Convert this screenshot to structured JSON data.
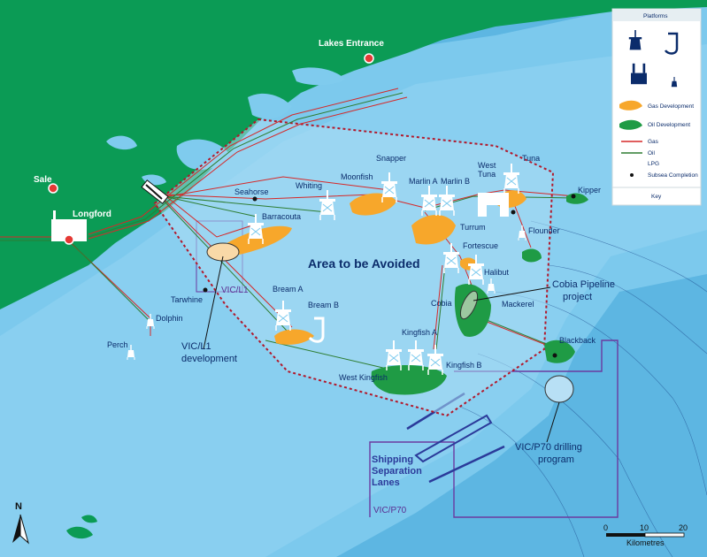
{
  "cities": {
    "lakes_entrance": "Lakes Entrance",
    "sale": "Sale",
    "longford": "Longford"
  },
  "fields": {
    "seahorse": "Seahorse",
    "barracouta": "Barracouta",
    "whiting": "Whiting",
    "moonfish": "Moonfish",
    "snapper": "Snapper",
    "marlin_a": "Marlin A",
    "marlin_b": "Marlin B",
    "west_tuna": "West\nTuna",
    "tuna": "Tuna",
    "kipper": "Kipper",
    "turrum": "Turrum",
    "fortescue": "Fortescue",
    "flounder": "Flounder",
    "halibut": "Halibut",
    "cobia": "Cobia",
    "mackerel": "Mackerel",
    "blackback": "Blackback",
    "tarwhine": "Tarwhine",
    "dolphin": "Dolphin",
    "perch": "Perch",
    "bream_a": "Bream A",
    "bream_b": "Bream B",
    "kingfish_a": "Kingfish A",
    "kingfish_b": "Kingfish B",
    "west_kingfish": "West Kingfish"
  },
  "areas": {
    "avoided": "Area to be Avoided",
    "vic_l1": "VIC/L1",
    "vic_p70": "VIC/P70"
  },
  "callouts": {
    "cobia_1": "Cobia Pipeline",
    "cobia_2": "project",
    "vicl1_1": "VIC/L1",
    "vicl1_2": "development",
    "vicp70_1": "VIC/P70 drilling",
    "vicp70_2": "program",
    "shipping_1": "Shipping",
    "shipping_2": "Separation",
    "shipping_3": "Lanes"
  },
  "compass": {
    "label": "N"
  },
  "scale": {
    "t0": "0",
    "t10": "10",
    "t20": "20",
    "unit": "Kilometres"
  },
  "legend": {
    "title": "Platforms",
    "gas_dev": "Gas Development",
    "oil_dev": "Oil Development",
    "gas": "Gas",
    "oil": "Oil",
    "lpg": "LPG",
    "subsea": "Subsea Completion",
    "key": "Key"
  },
  "colors": {
    "land": "#0b9b55",
    "sea_shallow": "#7fcbee",
    "sea_deep": "#5db6e2",
    "gas_dev": "#f7a72b",
    "oil_dev": "#1f9b45",
    "gas_line": "#d62828",
    "oil_line": "#2e7d32",
    "avoid_border": "#b2182b",
    "permit": "#6b3aa0"
  }
}
